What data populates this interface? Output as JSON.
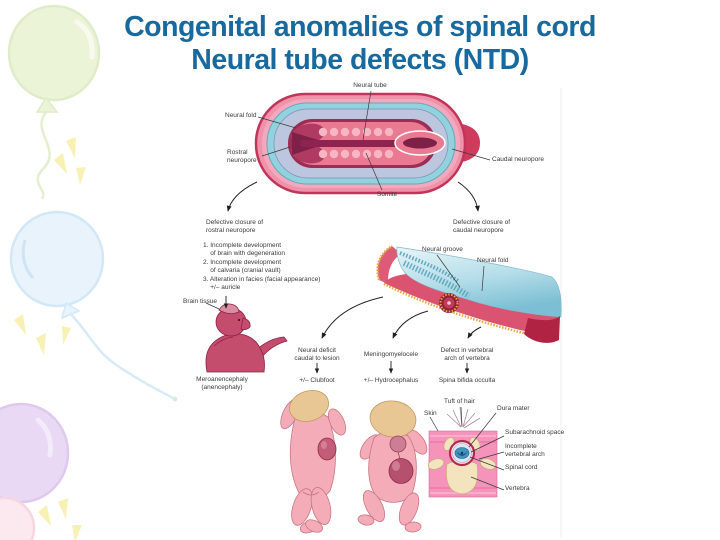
{
  "slide": {
    "title_line1": "Congenital anomalies of spinal cord",
    "title_line2": "Neural tube defects (NTD)"
  },
  "embryo": {
    "neural_tube": "Neural tube",
    "neural_fold": "Neural fold",
    "rostral_neuropore": "Rostral\nneuropore",
    "caudal_neuropore": "Caudal neuropore",
    "somite": "Somite"
  },
  "rostral_branch": {
    "header": "Defective closure of\nrostral neuropore",
    "consequences": "1. Incomplete development\n    of brain with degeneration\n2. Incomplete development\n    of calvaria (cranial vault)\n3. Alteration in facies (facial appearance)\n    +/– auricle",
    "brain_tissue": "Brain tissue",
    "figure_caption": "Meroanencephaly\n(anencephaly)"
  },
  "caudal_branch": {
    "header": "Defective closure of\ncaudal neuropore",
    "neural_groove": "Neural groove",
    "neural_fold": "Neural fold",
    "outcomes": [
      {
        "label": "Neural deficit\ncaudal to lesion",
        "result": "+/– Clubfoot"
      },
      {
        "label": "Meningomyelocele",
        "result": "+/– Hydrocephalus"
      },
      {
        "label": "Defect in vertebral\narch of vertebra",
        "result": "Spina bifida occulta"
      }
    ]
  },
  "cross_section": {
    "skin": "Skin",
    "tuft_of_hair": "Tuft of hair",
    "dura_mater": "Dura mater",
    "subarachnoid_space": "Subarachnoid space",
    "incomplete_vertebral_arch": "Incomplete\nvertebral arch",
    "spinal_cord": "Spinal cord",
    "vertebra": "Vertebra"
  },
  "palette": {
    "title_blue": "#17699e",
    "embryo_pink": "#ef93ac",
    "embryo_crimson": "#c23558",
    "amnion_cyan": "#92d2de",
    "neural_plate_blue": "#8ec9da",
    "label_text": "#3a3a3a"
  }
}
